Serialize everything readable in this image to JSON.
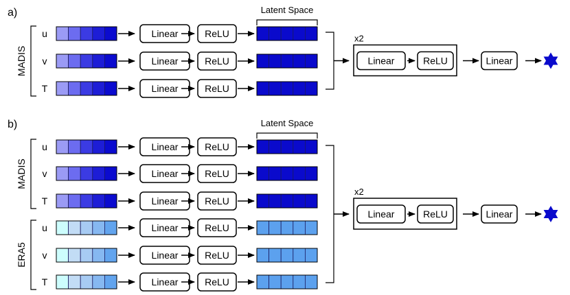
{
  "colors": {
    "madis_input": [
      "#9b9bf5",
      "#6c6cf0",
      "#3b3be3",
      "#1d1dd6",
      "#0b0bcf"
    ],
    "madis_latent": "#0a0acc",
    "era5_input": [
      "#cdfdfd",
      "#c2dcf5",
      "#a7cbf3",
      "#86b8f1",
      "#62a4ee"
    ],
    "era5_latent": "#5ca1ee",
    "output_star": "#0a0acc"
  },
  "panels": [
    {
      "label": "a)",
      "latent_label": "Latent Space",
      "groups": [
        {
          "name": "MADIS",
          "scheme": "madis",
          "rows": [
            {
              "var": "u",
              "layer1": "Linear",
              "layer2": "ReLU"
            },
            {
              "var": "v",
              "layer1": "Linear",
              "layer2": "ReLU"
            },
            {
              "var": "T",
              "layer1": "Linear",
              "layer2": "ReLU"
            }
          ]
        }
      ],
      "head": {
        "repeat": "x2",
        "layer1": "Linear",
        "layer2": "ReLU",
        "final": "Linear"
      }
    },
    {
      "label": "b)",
      "latent_label": "Latent Space",
      "groups": [
        {
          "name": "MADIS",
          "scheme": "madis",
          "rows": [
            {
              "var": "u",
              "layer1": "Linear",
              "layer2": "ReLU"
            },
            {
              "var": "v",
              "layer1": "Linear",
              "layer2": "ReLU"
            },
            {
              "var": "T",
              "layer1": "Linear",
              "layer2": "ReLU"
            }
          ]
        },
        {
          "name": "ERA5",
          "scheme": "era5",
          "rows": [
            {
              "var": "u",
              "layer1": "Linear",
              "layer2": "ReLU"
            },
            {
              "var": "v",
              "layer1": "Linear",
              "layer2": "ReLU"
            },
            {
              "var": "T",
              "layer1": "Linear",
              "layer2": "ReLU"
            }
          ]
        }
      ],
      "head": {
        "repeat": "x2",
        "layer1": "Linear",
        "layer2": "ReLU",
        "final": "Linear"
      }
    }
  ]
}
